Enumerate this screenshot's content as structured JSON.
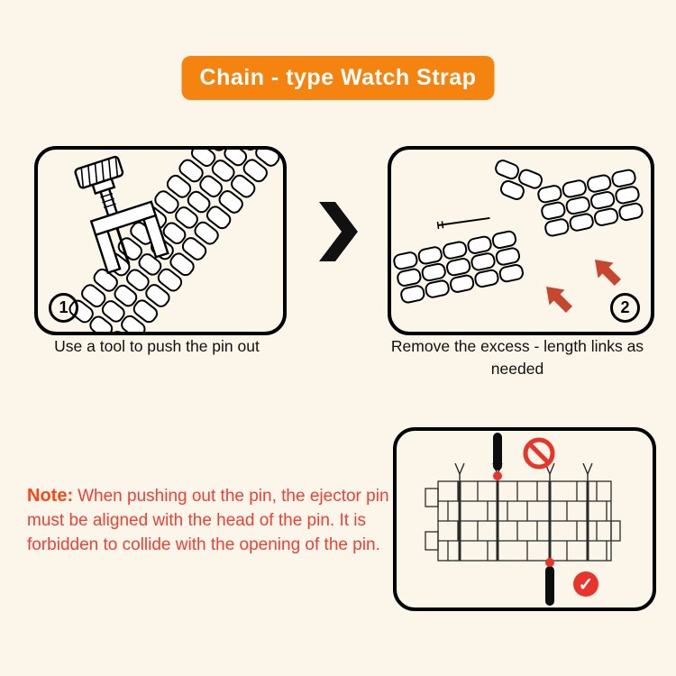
{
  "title": "Chain - type Watch Strap",
  "steps": [
    {
      "number": "1",
      "caption": "Use a tool to push the pin out"
    },
    {
      "number": "2",
      "caption": "Remove the excess - length links as needed"
    }
  ],
  "note": {
    "label": "Note:",
    "text": "When pushing out the pin, the ejector pin must be aligned with the head of the pin. It is forbidden to collide with the opening of the pin."
  },
  "icons": {
    "next_step_chevron": "❱",
    "prohibition": "⊘",
    "checkmark": "✓"
  },
  "colors": {
    "background": "#FBF6E9",
    "banner": "#F5830F",
    "banner_text": "#FFFFFF",
    "panel_border": "#000000",
    "ink": "#111111",
    "note_label": "#FF4419",
    "note_text": "#EE4035",
    "arrow_red": "#C7472E",
    "status_red": "#E8352C"
  }
}
